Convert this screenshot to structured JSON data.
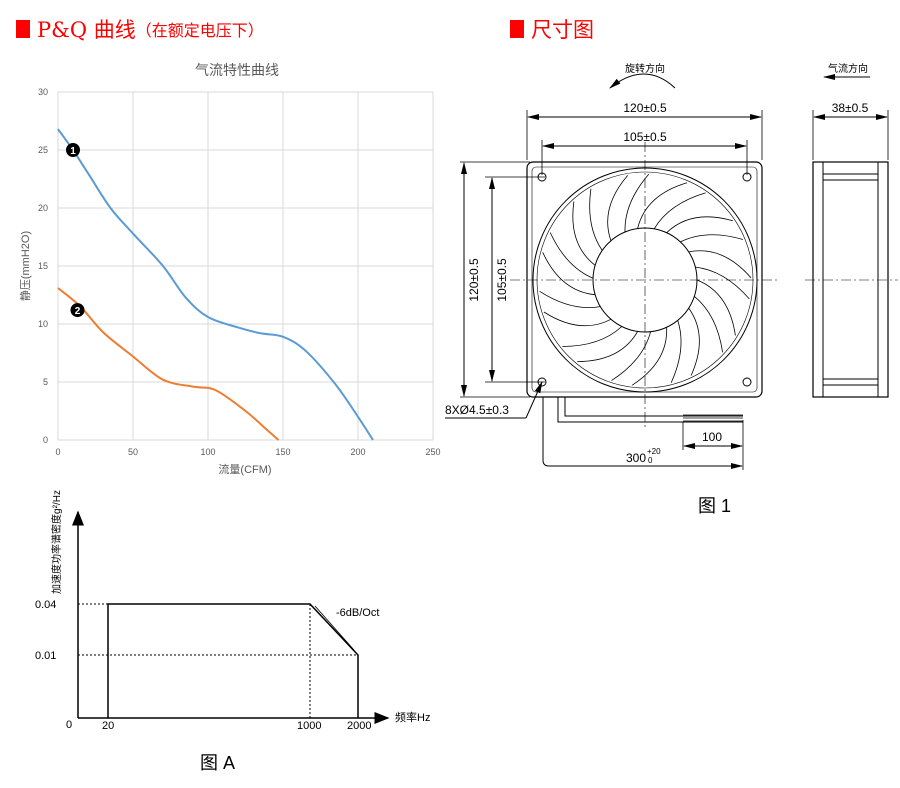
{
  "sections": {
    "pq_title": "P&Q 曲线",
    "pq_subtitle": "（在额定电压下）",
    "dim_title": "尺寸图"
  },
  "chart_data": [
    {
      "type": "line",
      "title": "气流特性曲线",
      "xlabel": "流量(CFM)",
      "ylabel": "静压(mmH2O)",
      "xlim": [
        0,
        250
      ],
      "ylim": [
        0,
        30
      ],
      "xticks": [
        "0",
        "50",
        "100",
        "150",
        "200",
        "250"
      ],
      "yticks": [
        "0",
        "5",
        "10",
        "15",
        "20",
        "25",
        "30"
      ],
      "grid": true,
      "series": [
        {
          "name": "1",
          "marker_label": "❶",
          "color": "#5b9bd5",
          "x": [
            0,
            10,
            20,
            35,
            50,
            70,
            85,
            100,
            120,
            135,
            150,
            165,
            185,
            200,
            210
          ],
          "y": [
            26.8,
            25,
            23,
            20,
            17.8,
            15,
            12.3,
            10.6,
            9.7,
            9.2,
            8.9,
            7.7,
            4.8,
            2,
            0
          ]
        },
        {
          "name": "2",
          "marker_label": "❷",
          "color": "#ed7d31",
          "x": [
            0,
            15,
            30,
            50,
            70,
            90,
            105,
            125,
            140,
            147
          ],
          "y": [
            13.1,
            11.5,
            9.3,
            7.2,
            5.2,
            4.6,
            4.3,
            2.5,
            0.8,
            0
          ]
        }
      ]
    },
    {
      "type": "line",
      "title": "图 A",
      "ylabel": "加速度功率谱密度g²/Hz",
      "xlabel": "频率Hz",
      "xticks": [
        "0",
        "20",
        "1000",
        "2000"
      ],
      "yticks": [
        "0.04",
        "0.01"
      ],
      "annotation": "-6dB/Oct",
      "series": [
        {
          "name": "PSD",
          "x": [
            20,
            20,
            1000,
            2000,
            2000
          ],
          "y": [
            0,
            0.04,
            0.04,
            0.01,
            0
          ]
        }
      ]
    }
  ],
  "drawing": {
    "rotation_label": "旋转方向",
    "airflow_label": "气流方向",
    "width_outer": "120±0.5",
    "width_holes": "105±0.5",
    "height_outer": "120±0.5",
    "height_holes": "105±0.5",
    "depth": "38±0.5",
    "holes": "8XØ4.5±0.3",
    "lead_strip": "100",
    "lead_length": "300",
    "lead_tol_upper": "+20",
    "lead_tol_lower": "0",
    "caption": "图 1"
  }
}
